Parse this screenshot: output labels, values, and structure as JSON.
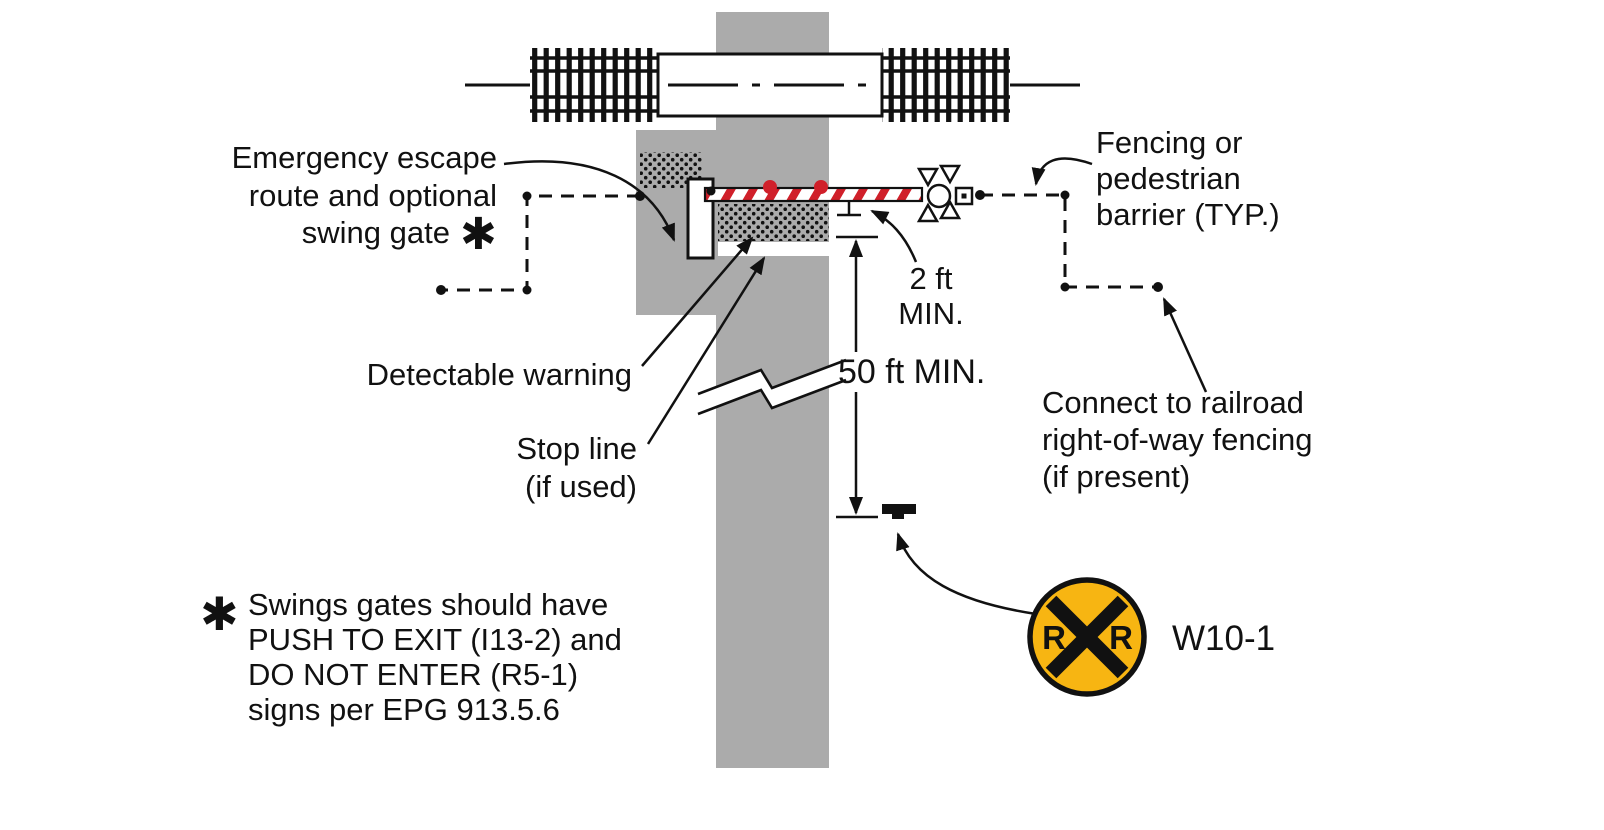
{
  "diagram": {
    "colors": {
      "path_gray": "#ABABAB",
      "gate_red": "#D0202A",
      "sign_yellow": "#F7B512",
      "line_black": "#111111"
    },
    "labels": {
      "emergency_escape": {
        "lines": [
          "Emergency escape",
          "route and optional",
          "swing gate"
        ],
        "asterisk": "✱"
      },
      "fencing_barrier": {
        "lines": [
          "Fencing or",
          "pedestrian",
          "barrier (TYP.)"
        ]
      },
      "detectable_warning": "Detectable warning",
      "stop_line": {
        "lines": [
          "Stop line",
          "(if used)"
        ]
      },
      "two_ft_min": {
        "lines": [
          "2 ft",
          "MIN."
        ]
      },
      "fifty_ft_min": "50 ft MIN.",
      "connect_fencing": {
        "lines": [
          "Connect to railroad",
          "right-of-way fencing",
          "(if present)"
        ]
      },
      "footnote": {
        "asterisk": "✱",
        "lines": [
          "Swings gates should have",
          "PUSH TO EXIT (I13-2) and",
          "DO NOT ENTER (R5-1)",
          "signs per EPG 913.5.6"
        ]
      },
      "warning_sign": {
        "id_label": "W10-1",
        "letter_left": "R",
        "letter_right": "R"
      }
    }
  }
}
